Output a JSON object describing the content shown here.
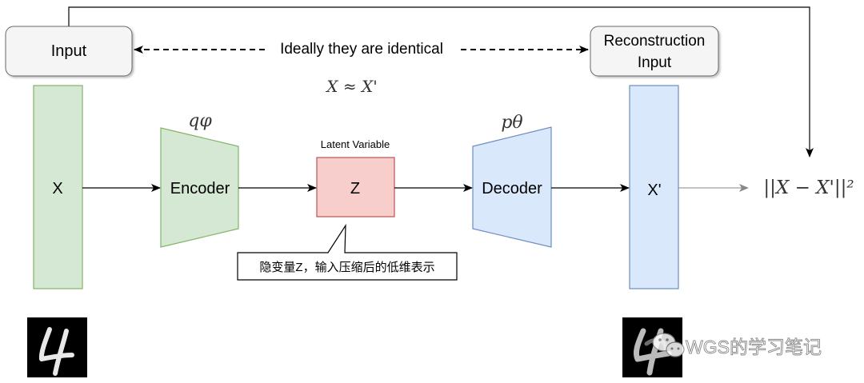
{
  "input_box": {
    "label": "Input"
  },
  "reconstruction_box": {
    "line1": "Reconstruction",
    "line2": "Input"
  },
  "identical_note": "Ideally they are identical",
  "approx_formula": "X ≈ X'",
  "input_bar": {
    "label": "X"
  },
  "output_bar": {
    "label": "X'"
  },
  "encoder": {
    "label": "Encoder",
    "param": "qφ"
  },
  "latent": {
    "caption": "Latent Variable",
    "label": "Z"
  },
  "decoder": {
    "label": "Decoder",
    "param": "pθ"
  },
  "loss_formula": "||X − X'||²",
  "callout_text": "隐变量Z，输入压缩后的低维表示",
  "watermark": "WGS的学习笔记",
  "colors": {
    "green_fill": "#d5e8d4",
    "green_stroke": "#82b366",
    "red_fill": "#f8cecc",
    "red_stroke": "#b85450",
    "blue_fill": "#dae8fc",
    "blue_stroke": "#6c8ebf"
  }
}
